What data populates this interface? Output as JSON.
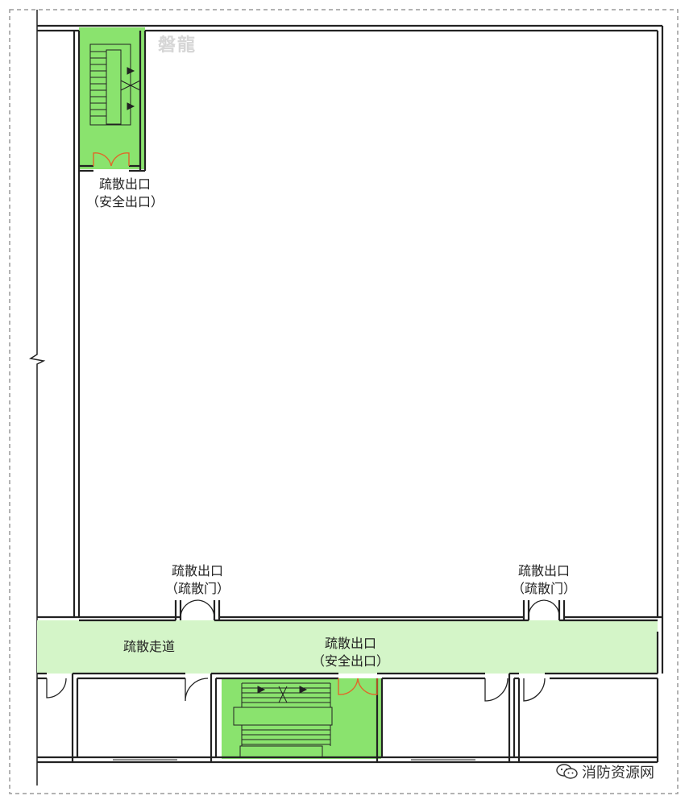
{
  "watermark": "磐龍",
  "labels": {
    "stair_top_exit_line1": "疏散出口",
    "stair_top_exit_line2": "（安全出口）",
    "door_left_line1": "疏散出口",
    "door_left_line2": "（疏散门）",
    "door_right_line1": "疏散出口",
    "door_right_line2": "（疏散门）",
    "corridor": "疏散走道",
    "stair_bottom_exit_line1": "疏散出口",
    "stair_bottom_exit_line2": "（安全出口）"
  },
  "source_logo": {
    "text": "消防资源网",
    "icon": "wechat-icon"
  },
  "colors": {
    "stair_fill": "#8ae36e",
    "corridor_fill": "#d4f5c8",
    "wall": "#222222",
    "door": "#e0682a",
    "border": "#9a9a9a"
  }
}
